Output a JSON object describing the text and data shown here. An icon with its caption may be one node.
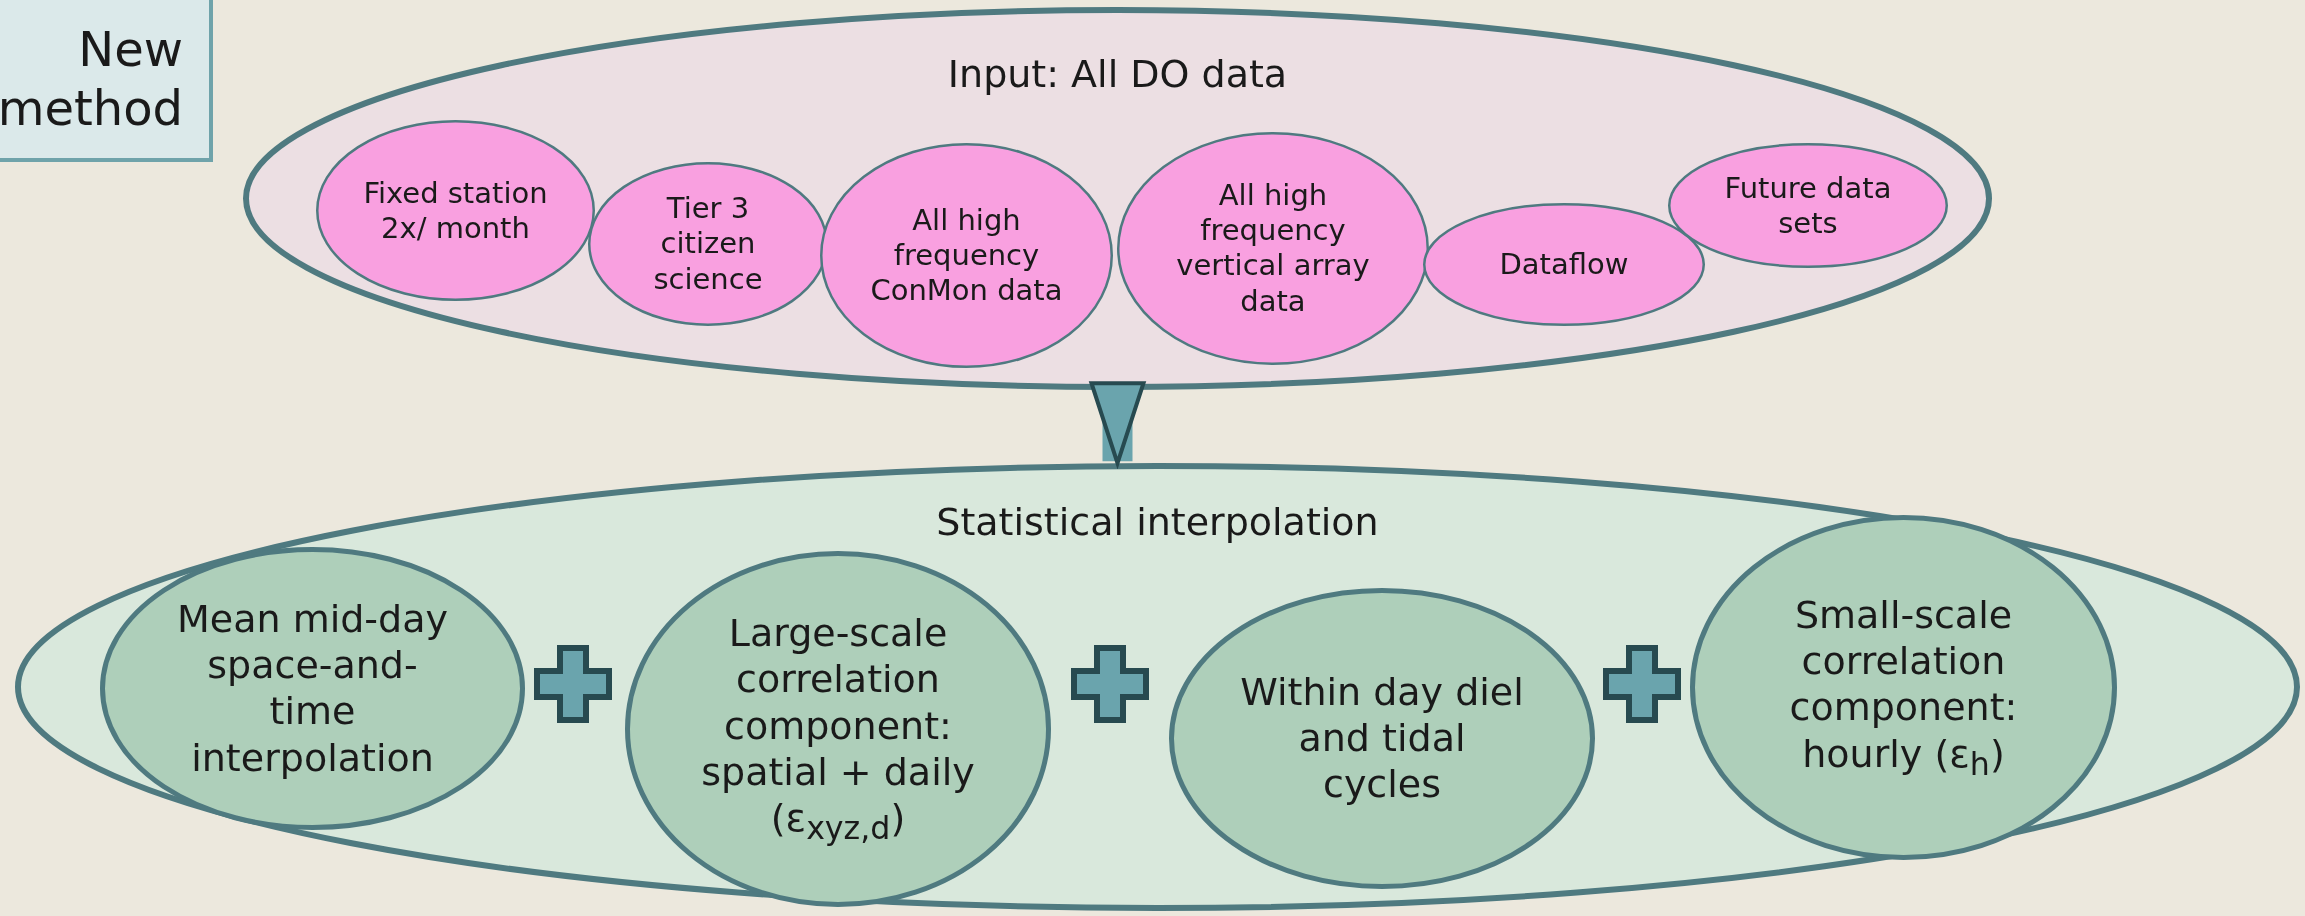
{
  "diagram": {
    "nodes": [
      {
        "text": [
          "New method"
        ]
      },
      {
        "text": [
          "Input: All DO data"
        ]
      },
      {
        "text": [
          "Fixed station 2x/ month"
        ],
        "in": 1
      },
      {
        "text": [
          "Tier 3 citizen science"
        ],
        "in": 1
      },
      {
        "text": [
          "All high frequency ConMon data"
        ],
        "in": 1
      },
      {
        "text": [
          "All high frequency vertical array data"
        ],
        "in": 1
      },
      {
        "text": [
          "Dataflow"
        ],
        "in": 1
      },
      {
        "text": [
          "Future data sets"
        ],
        "in": 1
      },
      {
        "text": [
          "Statistical interpolation"
        ]
      },
      {
        "text": [
          "Mean mid-day space-and-time interpolation"
        ],
        "in": 8
      },
      {
        "text": [
          "Large-scale correlation component: spatial + daily (ε$_{xyz,d}$)"
        ],
        "in": 8
      },
      {
        "text": [
          "Within day diel and tidal cycles"
        ],
        "in": 8
      },
      {
        "text": [
          "Small-scale correlation component: hourly (ε$_{h}$)"
        ],
        "in": 8
      }
    ],
    "edges": [
      {
        "from": 1,
        "to": 8,
        "arrow": "to"
      }
    ]
  }
}
